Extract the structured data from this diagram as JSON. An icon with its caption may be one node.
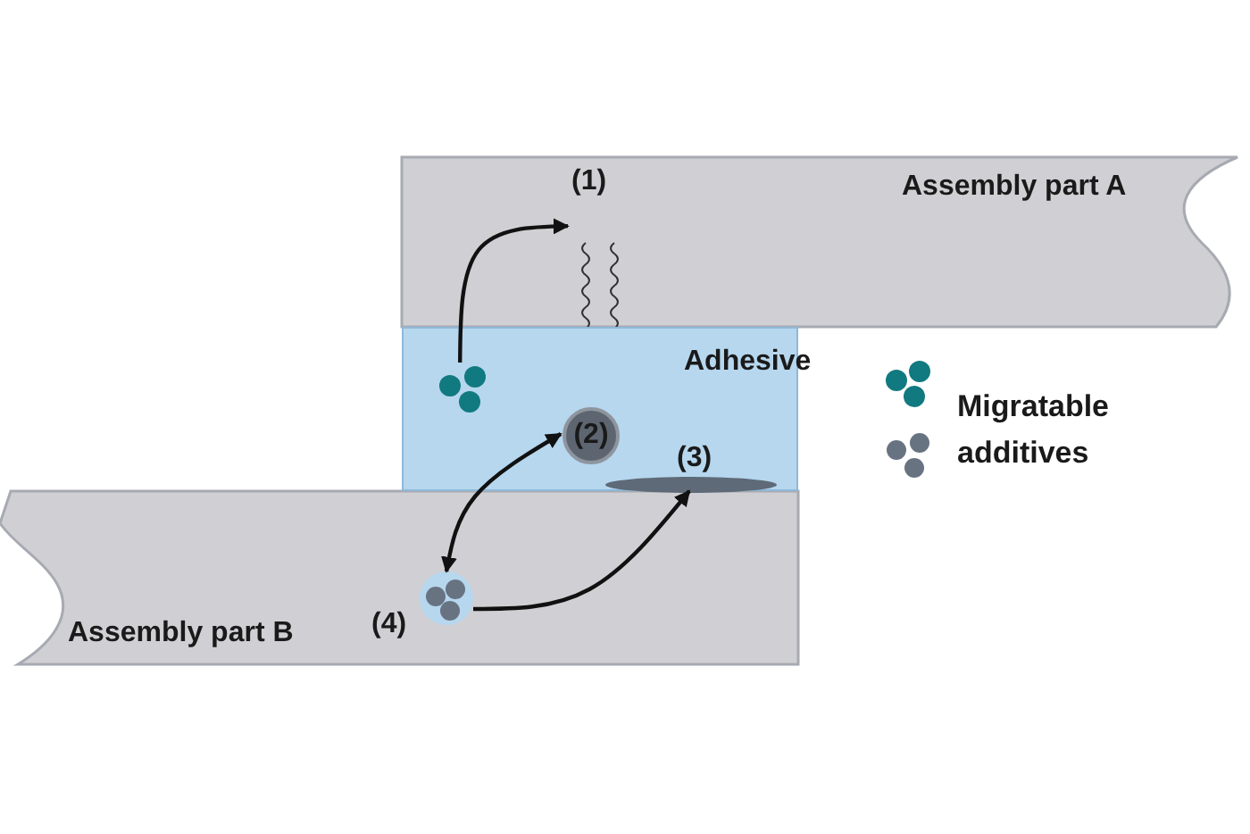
{
  "diagram": {
    "nodes": [
      {
        "text": [
          "Assembly part A"
        ]
      },
      {
        "text": [
          "(1)"
        ],
        "in": 0
      },
      {
        "text": [
          "Adhesive"
        ]
      },
      {
        "text": [],
        "shape": "circle",
        "in": 2
      },
      {
        "text": [
          "(2)"
        ],
        "in": 2
      },
      {
        "text": [
          "(3)"
        ],
        "in": 2
      },
      {
        "text": [
          "Assembly part B"
        ]
      },
      {
        "text": [],
        "shape": "circle",
        "in": 6,
        "beside": [
          "(4)"
        ]
      }
    ],
    "edges": [
      {
        "from": 3,
        "to": 1,
        "arrow": "to"
      },
      {
        "from": 4,
        "to": 7,
        "arrow": "both"
      },
      {
        "from": 7,
        "to": 5,
        "arrow": "to"
      }
    ],
    "legend": [
      {
        "text": "Migratable additives"
      }
    ]
  }
}
